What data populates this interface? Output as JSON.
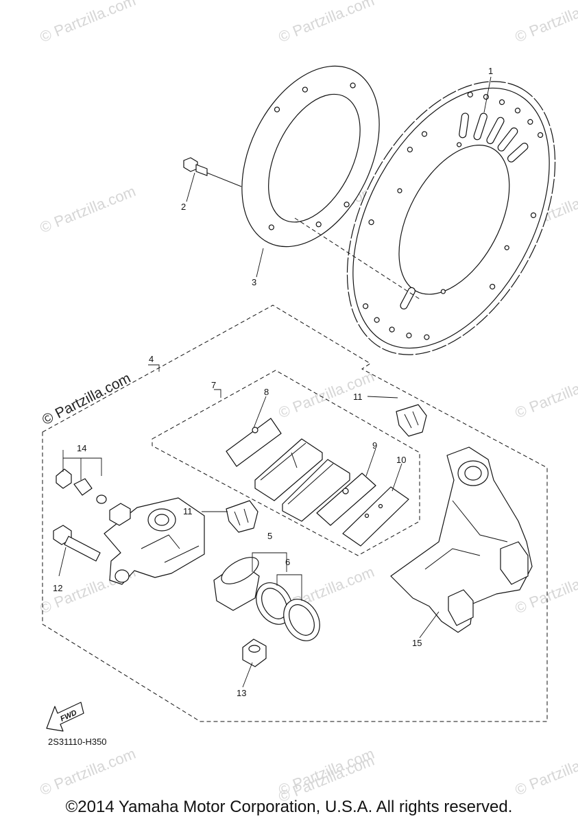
{
  "watermarks": [
    "© Partzilla.com",
    "© Partzilla.com",
    "© Partzilla.com",
    "© Partzilla.com",
    "© Partzilla.com",
    "© Partzilla.com",
    "© Partzilla.com",
    "© Partzilla.com",
    "© Partzilla.com",
    "© Partzilla.com",
    "© Partzilla.com",
    "© Partzilla.com",
    "© Partzilla.com",
    "© Partzilla.com",
    "© Partzilla.com"
  ],
  "assembly_watermark": "© Partzilla.com",
  "callouts": {
    "c1": "1",
    "c2": "2",
    "c3": "3",
    "c4": "4",
    "c5": "5",
    "c6": "6",
    "c7": "7",
    "c8": "8",
    "c9": "9",
    "c10": "10",
    "c11a": "11",
    "c11b": "11",
    "c12": "12",
    "c13": "13",
    "c14": "14",
    "c15": "15"
  },
  "fwd_label": "FWD",
  "drawing_code": "2S31110-H350",
  "copyright": "©2014 Yamaha Motor Corporation, U.S.A. All rights reserved."
}
